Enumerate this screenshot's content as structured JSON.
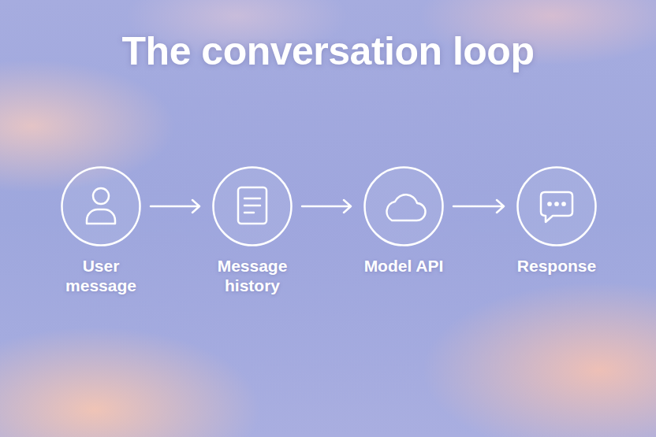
{
  "diagram": {
    "title": "The conversation loop",
    "nodes": [
      {
        "text": [
          "User message"
        ]
      },
      {
        "text": [
          "Message history"
        ]
      },
      {
        "text": [
          "Model API"
        ]
      },
      {
        "text": [
          "Response"
        ]
      }
    ],
    "edges": [
      {
        "from": 0,
        "to": 1,
        "arrow": "to"
      },
      {
        "from": 1,
        "to": 2,
        "arrow": "to"
      },
      {
        "from": 2,
        "to": 3,
        "arrow": "to"
      }
    ]
  }
}
